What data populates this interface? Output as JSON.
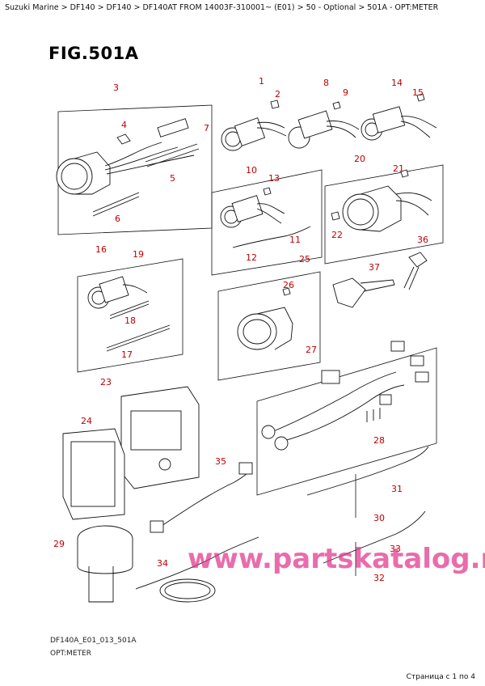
{
  "breadcrumb": "Suzuki Marine > DF140 > DF140 > DF140AT FROM 14003F-310001~ (E01) > 50 - Optional > 501A - OPT:METER",
  "figure_title": "FIG.501A",
  "footer": {
    "code": "DF140A_E01_013_501A",
    "subtitle": "OPT:METER"
  },
  "pagination": "Страница с 1 по 4",
  "watermark": "www.partskatalog.ru",
  "accent_color": "#c00000",
  "watermark_color": "#e0338a",
  "callouts": [
    "1",
    "2",
    "3",
    "4",
    "5",
    "6",
    "7",
    "8",
    "9",
    "10",
    "11",
    "12",
    "13",
    "14",
    "15",
    "16",
    "17",
    "18",
    "19",
    "20",
    "21",
    "22",
    "23",
    "24",
    "25",
    "26",
    "27",
    "28",
    "29",
    "30",
    "31",
    "32",
    "33",
    "34",
    "35",
    "36",
    "37"
  ]
}
